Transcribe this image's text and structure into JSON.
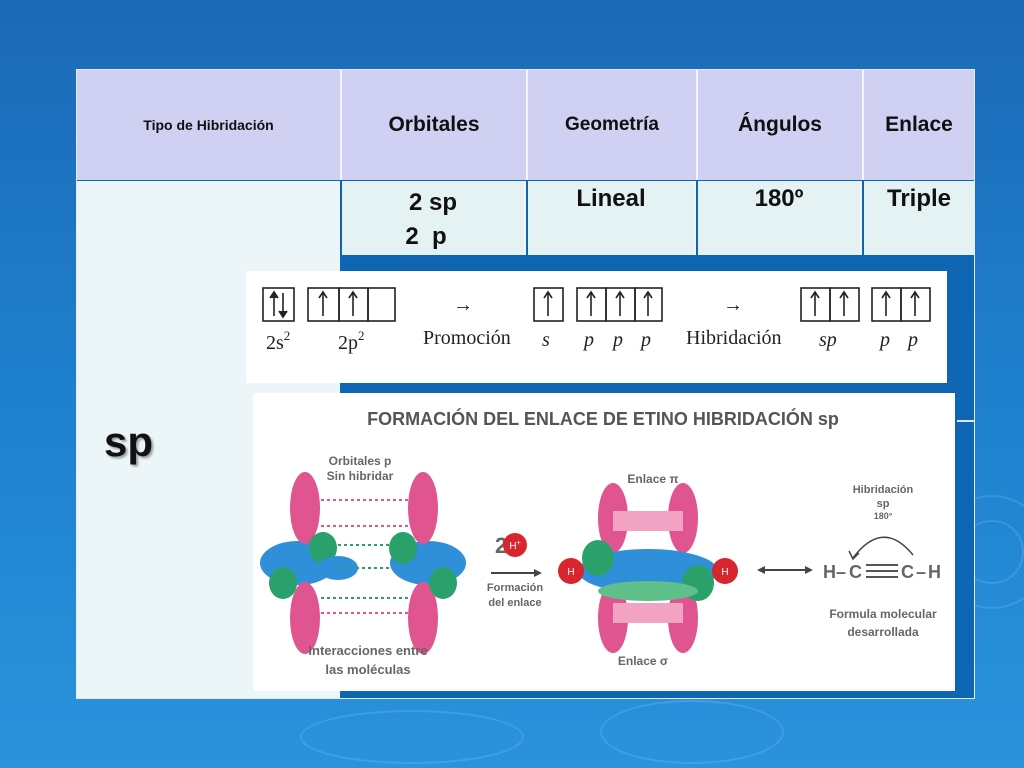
{
  "table": {
    "headers": [
      "Tipo de Hibridación",
      "Orbitales",
      "Geometría",
      "Ángulos",
      "Enlace"
    ],
    "row": {
      "type": "sp",
      "orbitals": [
        "2 sp",
        "2  p"
      ],
      "geometry": "Lineal",
      "angle": "180º",
      "bond": "Triple"
    }
  },
  "orbital_diagram": {
    "ground_labels": [
      "2s",
      "2p"
    ],
    "ground_superscripts": [
      "2",
      "2"
    ],
    "arrow": "→",
    "step1": "Promoción",
    "excited_labels": [
      "s",
      "p",
      "p",
      "p"
    ],
    "step2": "Hibridación",
    "hybrid_labels": [
      "sp",
      "p",
      "p"
    ]
  },
  "figure": {
    "title": "FORMACIÓN DEL ENLACE DE ETINO HIBRIDACIÓN sp",
    "unhybrid_label_1": "Orbitales p",
    "unhybrid_label_2": "Sin hibridar",
    "interactions_1": "Interacciones entre",
    "interactions_2": "las moléculas",
    "coef": "2",
    "h_ion": "H",
    "h_plus": "+",
    "formation_1": "Formación",
    "formation_2": "del enlace",
    "pi_label": "Enlace π",
    "sigma_label": "Enlace σ",
    "hybrid_title_1": "Hibridación",
    "hybrid_title_2": "sp",
    "hybrid_angle": "180°",
    "mol_h_left": "H",
    "mol_c_left": "C",
    "mol_c_right": "C",
    "mol_h_right": "H",
    "dash": "–",
    "atom_h": "H",
    "formula_1": "Formula molecular",
    "formula_2": "desarrollada"
  },
  "colors": {
    "background": "#1f7fcc",
    "header_bg": "#cfd0f2",
    "row_bg": "#e4f2f3",
    "pink_orbital": "#e0548f",
    "blue_orbital": "#2f8fd8",
    "green_orbital": "#2aa06a",
    "red_atom": "#d8262e"
  }
}
